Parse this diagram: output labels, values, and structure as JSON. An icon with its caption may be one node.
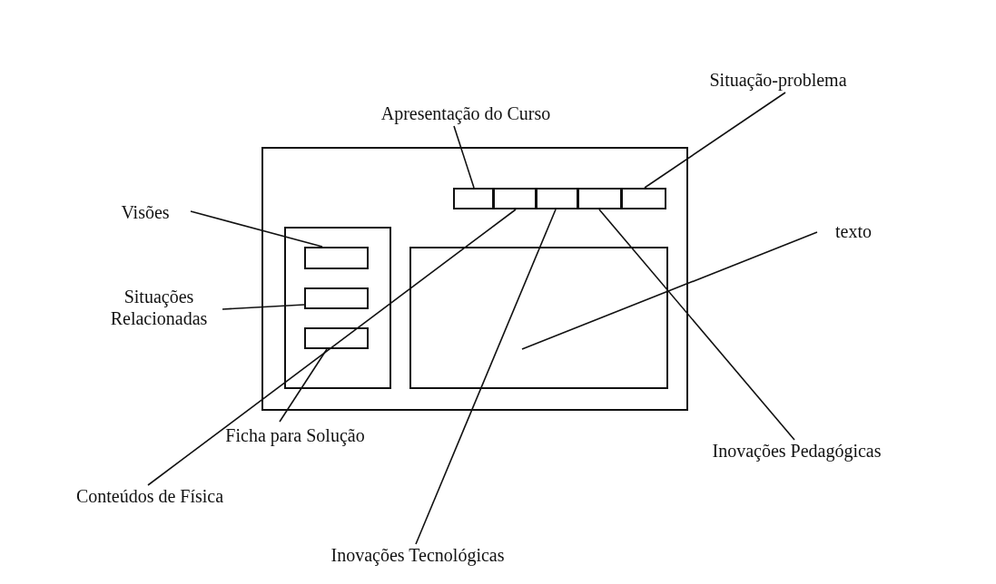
{
  "diagram": {
    "nodes": [
      {
        "text": [],
        "shape": "box"
      },
      {
        "text": [],
        "shape": "box",
        "in": 0
      },
      {
        "text": [],
        "shape": "box",
        "in": 1
      },
      {
        "text": [],
        "shape": "box",
        "in": 1
      },
      {
        "text": [],
        "shape": "box",
        "in": 1
      },
      {
        "text": [],
        "shape": "box",
        "in": 0
      },
      {
        "text": [],
        "shape": "box",
        "in": 0
      },
      {
        "text": [],
        "shape": "box",
        "in": 0
      },
      {
        "text": [],
        "shape": "box",
        "in": 0
      },
      {
        "text": [],
        "shape": "box",
        "in": 0
      },
      {
        "text": [],
        "shape": "box",
        "in": 0
      },
      {
        "text": [
          "Situação-problema"
        ]
      },
      {
        "text": [
          "Apresentação do Curso"
        ]
      },
      {
        "text": [
          "Visões"
        ]
      },
      {
        "text": [
          "Situações Relacionadas"
        ]
      },
      {
        "text": [
          "Ficha para Solução"
        ]
      },
      {
        "text": [
          "Conteúdos de Física"
        ]
      },
      {
        "text": [
          "Inovações Tecnológicas"
        ]
      },
      {
        "text": [
          "Inovações Pedagógicas"
        ]
      },
      {
        "text": [
          "texto"
        ]
      }
    ],
    "edges": [
      {
        "from": 11,
        "to": 9,
        "arrow": "none"
      },
      {
        "from": 12,
        "to": 5,
        "arrow": "none"
      },
      {
        "from": 13,
        "to": 2,
        "arrow": "none"
      },
      {
        "from": 14,
        "to": 3,
        "arrow": "none"
      },
      {
        "from": 15,
        "to": 4,
        "arrow": "none"
      },
      {
        "from": 16,
        "to": 6,
        "arrow": "none"
      },
      {
        "from": 17,
        "to": 7,
        "arrow": "none"
      },
      {
        "from": 18,
        "to": 8,
        "arrow": "none"
      },
      {
        "from": 19,
        "to": 10,
        "arrow": "none"
      }
    ]
  }
}
